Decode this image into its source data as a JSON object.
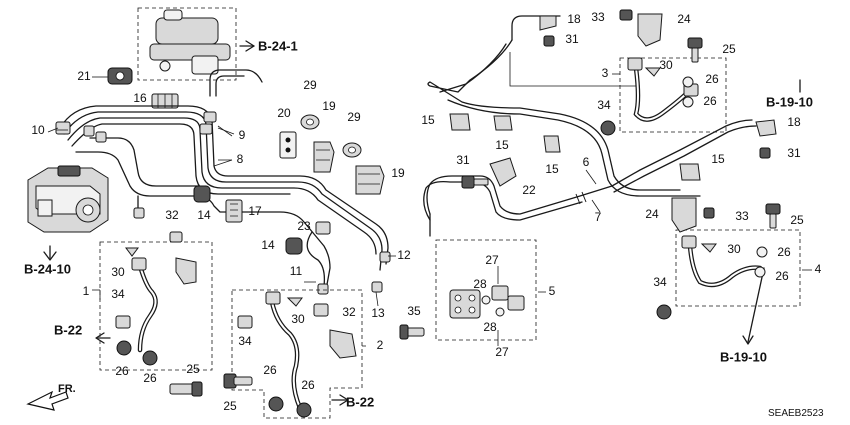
{
  "diagram_code": "SEAEB2523",
  "front_label": "FR.",
  "references": {
    "b24_1": "B-24-1",
    "b24_10": "B-24-10",
    "b22_left": "B-22",
    "b22_bottom": "B-22",
    "b19_10_top": "B-19-10",
    "b19_10_bottom": "B-19-10"
  },
  "callouts": [
    {
      "id": "c1",
      "text": "1"
    },
    {
      "id": "c2",
      "text": "2"
    },
    {
      "id": "c3",
      "text": "3"
    },
    {
      "id": "c4",
      "text": "4"
    },
    {
      "id": "c5",
      "text": "5"
    },
    {
      "id": "c6",
      "text": "6"
    },
    {
      "id": "c7",
      "text": "7"
    },
    {
      "id": "c8",
      "text": "8"
    },
    {
      "id": "c9",
      "text": "9"
    },
    {
      "id": "c10",
      "text": "10"
    },
    {
      "id": "c11",
      "text": "11"
    },
    {
      "id": "c12",
      "text": "12"
    },
    {
      "id": "c13",
      "text": "13"
    },
    {
      "id": "c14a",
      "text": "14"
    },
    {
      "id": "c14b",
      "text": "14"
    },
    {
      "id": "c15a",
      "text": "15"
    },
    {
      "id": "c15b",
      "text": "15"
    },
    {
      "id": "c15c",
      "text": "15"
    },
    {
      "id": "c15d",
      "text": "15"
    },
    {
      "id": "c16",
      "text": "16"
    },
    {
      "id": "c17",
      "text": "17"
    },
    {
      "id": "c18a",
      "text": "18"
    },
    {
      "id": "c18b",
      "text": "18"
    },
    {
      "id": "c19a",
      "text": "19"
    },
    {
      "id": "c19b",
      "text": "19"
    },
    {
      "id": "c20",
      "text": "20"
    },
    {
      "id": "c21",
      "text": "21"
    },
    {
      "id": "c22",
      "text": "22"
    },
    {
      "id": "c23",
      "text": "23"
    },
    {
      "id": "c24a",
      "text": "24"
    },
    {
      "id": "c24b",
      "text": "24"
    },
    {
      "id": "c25a",
      "text": "25"
    },
    {
      "id": "c25b",
      "text": "25"
    },
    {
      "id": "c25c",
      "text": "25"
    },
    {
      "id": "c25d",
      "text": "25"
    },
    {
      "id": "c26a",
      "text": "26"
    },
    {
      "id": "c26b",
      "text": "26"
    },
    {
      "id": "c26c",
      "text": "26"
    },
    {
      "id": "c26d",
      "text": "26"
    },
    {
      "id": "c26e",
      "text": "26"
    },
    {
      "id": "c26f",
      "text": "26"
    },
    {
      "id": "c26g",
      "text": "26"
    },
    {
      "id": "c26h",
      "text": "26"
    },
    {
      "id": "c27a",
      "text": "27"
    },
    {
      "id": "c27b",
      "text": "27"
    },
    {
      "id": "c28a",
      "text": "28"
    },
    {
      "id": "c28b",
      "text": "28"
    },
    {
      "id": "c29a",
      "text": "29"
    },
    {
      "id": "c29b",
      "text": "29"
    },
    {
      "id": "c30a",
      "text": "30"
    },
    {
      "id": "c30b",
      "text": "30"
    },
    {
      "id": "c30c",
      "text": "30"
    },
    {
      "id": "c30d",
      "text": "30"
    },
    {
      "id": "c31a",
      "text": "31"
    },
    {
      "id": "c31b",
      "text": "31"
    },
    {
      "id": "c31c",
      "text": "31"
    },
    {
      "id": "c32a",
      "text": "32"
    },
    {
      "id": "c32b",
      "text": "32"
    },
    {
      "id": "c33a",
      "text": "33"
    },
    {
      "id": "c33b",
      "text": "33"
    },
    {
      "id": "c34a",
      "text": "34"
    },
    {
      "id": "c34b",
      "text": "34"
    },
    {
      "id": "c34c",
      "text": "34"
    },
    {
      "id": "c34d",
      "text": "34"
    },
    {
      "id": "c35",
      "text": "35"
    }
  ]
}
